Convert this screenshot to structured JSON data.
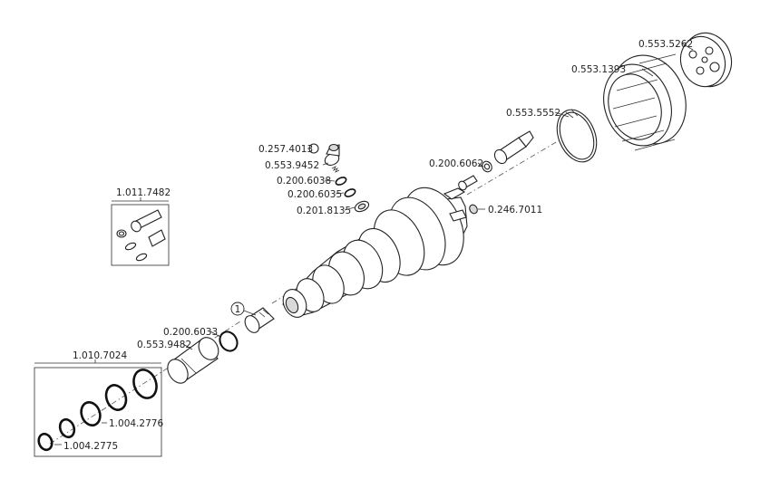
{
  "labels": {
    "p_0553_5262": "0.553.5262",
    "p_0553_1393": "0.553.1393",
    "p_0553_5552": "0.553.5552",
    "p_0200_6062": "0.200.6062",
    "p_0246_7011": "0.246.7011",
    "p_0257_4013": "0.257.4013",
    "p_0553_9452": "0.553.9452",
    "p_0200_6038": "0.200.6038",
    "p_0200_6035": "0.200.6035",
    "p_0201_8135": "0.201.8135",
    "p_1011_7482": "1.011.7482",
    "p_0200_6033": "0.200.6033",
    "p_0553_9482": "0.553.9482",
    "p_1010_7024": "1.010.7024",
    "p_1004_2776": "1.004.2776",
    "p_1004_2775": "1.004.2775",
    "callout_1": "1"
  }
}
